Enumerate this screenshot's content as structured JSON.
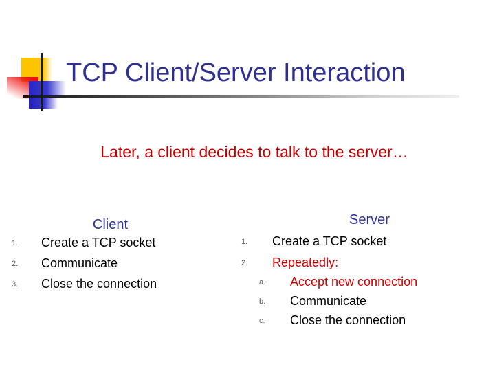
{
  "slide": {
    "title": "TCP Client/Server Interaction",
    "subtitle": "Later, a client decides to talk to the server…",
    "client": {
      "heading": "Client",
      "items": [
        {
          "marker": "1.",
          "text": "Create a TCP socket",
          "color": "#000000"
        },
        {
          "marker": "2.",
          "text": "Communicate",
          "color": "#000000"
        },
        {
          "marker": "3.",
          "text": "Close the connection",
          "color": "#000000"
        }
      ]
    },
    "server": {
      "heading": "Server",
      "items": [
        {
          "marker": "1.",
          "text": "Create a TCP socket",
          "color": "#000000"
        },
        {
          "marker": "2.",
          "text": "Repeatedly:",
          "color": "#CC0000"
        }
      ],
      "subitems": [
        {
          "marker": "a.",
          "text": "Accept new connection",
          "color": "#CC0000"
        },
        {
          "marker": "b.",
          "text": "Communicate",
          "color": "#000000"
        },
        {
          "marker": "c.",
          "text": "Close the connection",
          "color": "#000000"
        }
      ]
    },
    "colors": {
      "title_navy": "#2E3192",
      "heading_navy": "#2E3192",
      "subtitle_red": "#C00000",
      "marker_gray": "#5A5A6E",
      "logo_yellow": "#FFC400",
      "logo_red": "#EE0C0C",
      "logo_blue": "#2B2BCB",
      "line_black": "#1A1A1A"
    }
  }
}
